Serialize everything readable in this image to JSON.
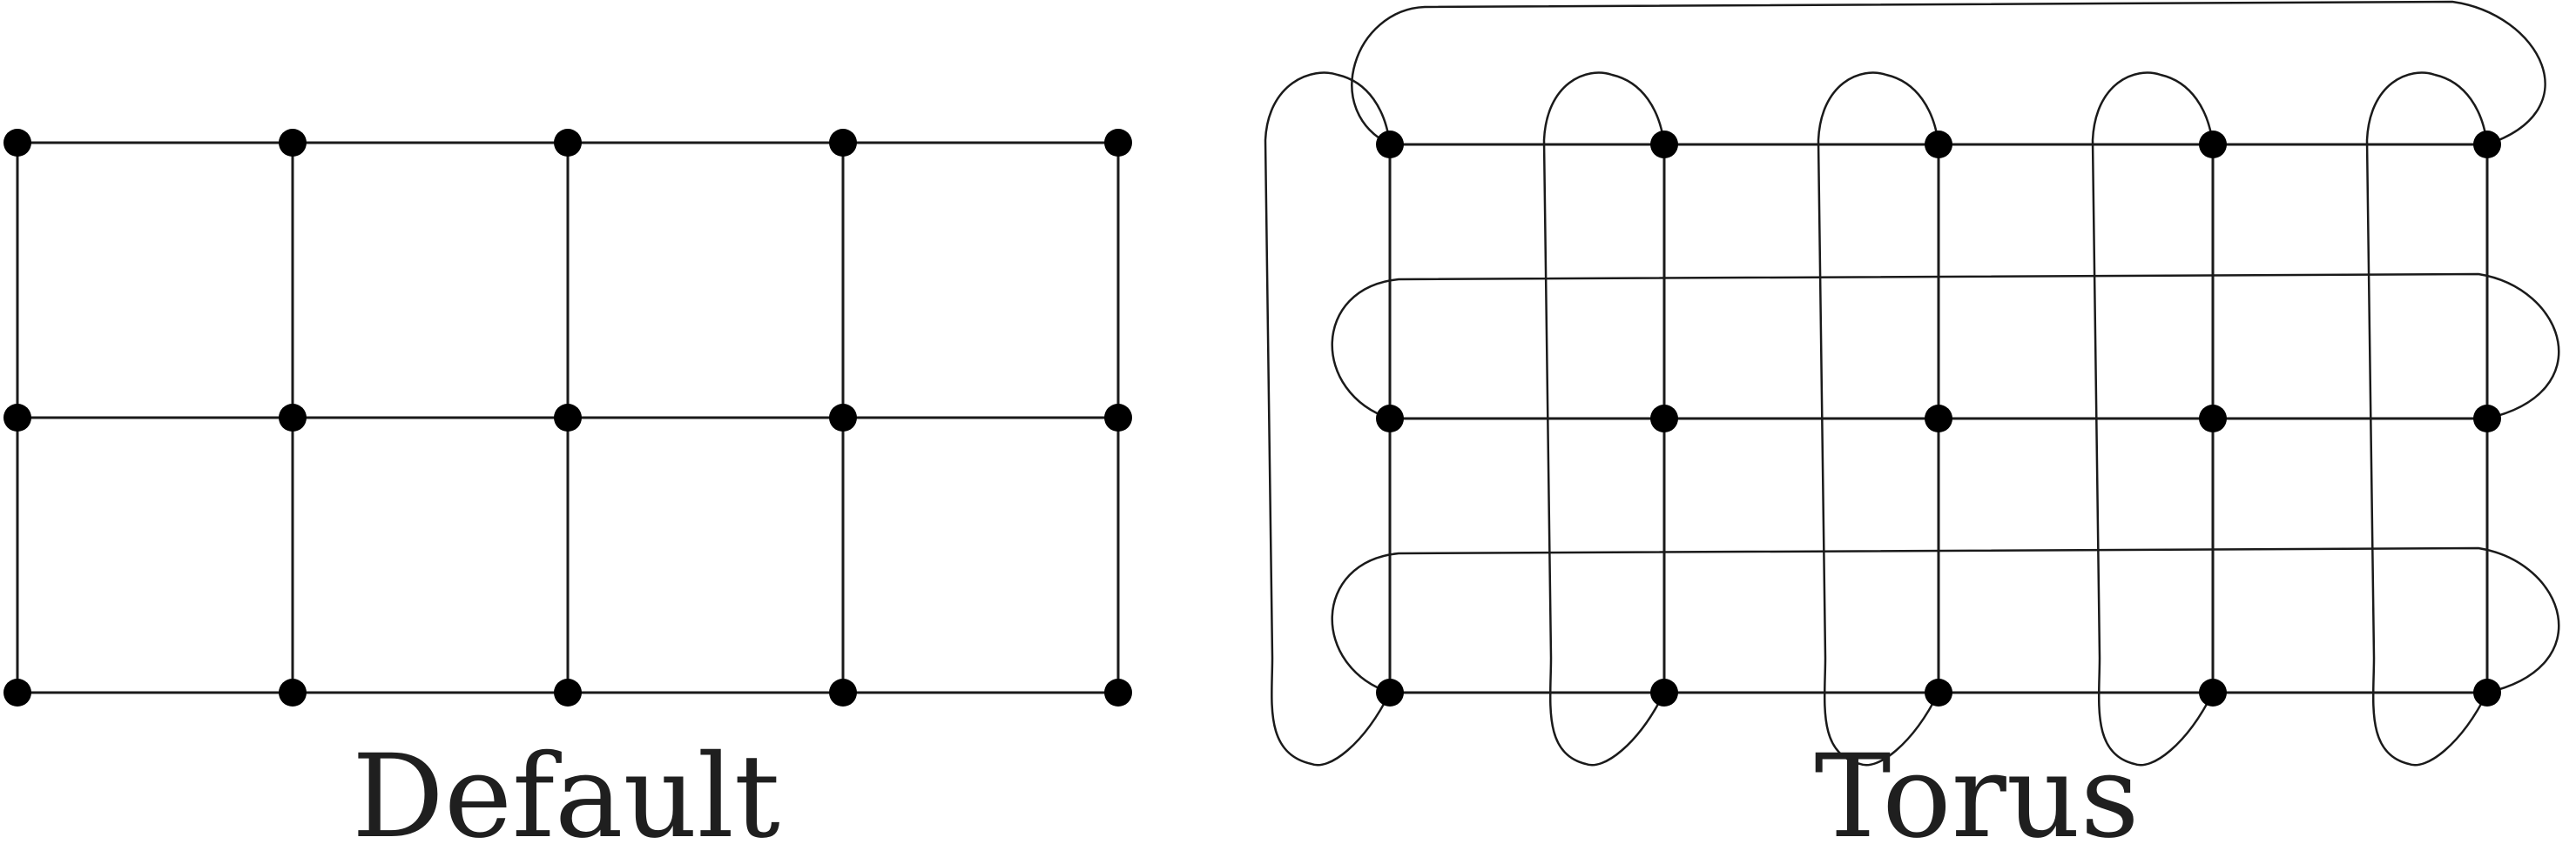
{
  "panels": [
    {
      "id": "default",
      "label": "Default",
      "rows": 3,
      "cols": 5,
      "wrap": false
    },
    {
      "id": "torus",
      "label": "Torus",
      "rows": 3,
      "cols": 5,
      "wrap": true
    }
  ],
  "colors": {
    "node": "#000000",
    "edge": "#1a1a1a",
    "text": "#1f1f1f"
  }
}
